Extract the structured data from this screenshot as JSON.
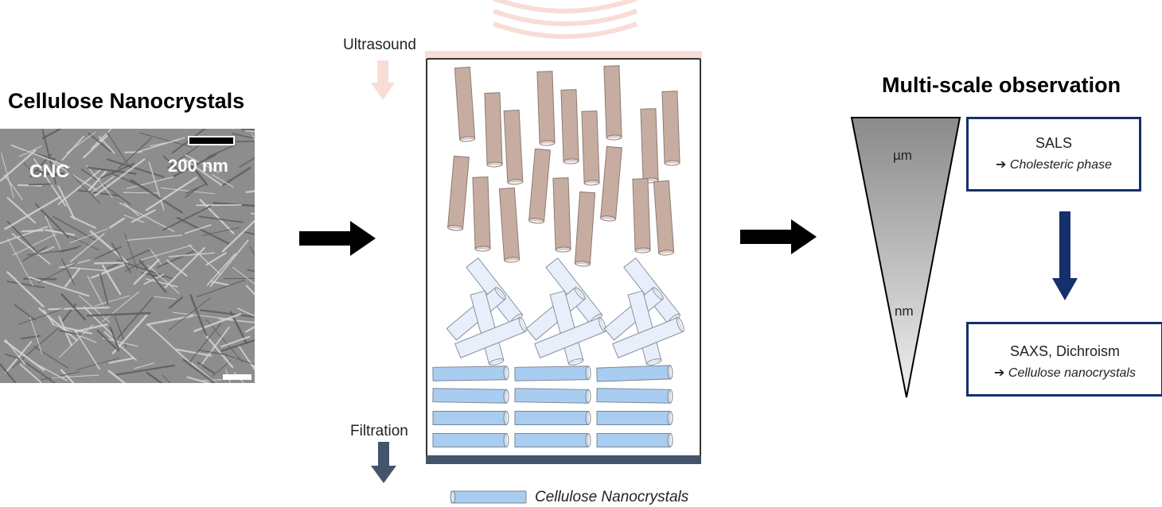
{
  "left_panel": {
    "title": "Cellulose Nanocrystals",
    "image_label": "CNC",
    "scale_bar_label": "200 nm"
  },
  "middle_panel": {
    "ultrasound_label": "Ultrasound",
    "filtration_label": "Filtration",
    "legend_label": "Cellulose Nanocrystals"
  },
  "right_panel": {
    "title": "Multi-scale observation",
    "scale_top": "µm",
    "scale_bottom": "nm",
    "box_top": {
      "technique": "SALS",
      "result": "Cholesteric phase"
    },
    "box_bottom": {
      "technique": "SAXS, Dichroism",
      "result": "Cellulose nanocrystals"
    }
  },
  "colors": {
    "arrow": "#000000",
    "ultrasound": "#f8ddd6",
    "filtration": "#44546a",
    "rod_brown": "#c7ada1",
    "rod_pale": "#e8effb",
    "rod_blue": "#a9cdf1",
    "box_border": "#16306b"
  }
}
